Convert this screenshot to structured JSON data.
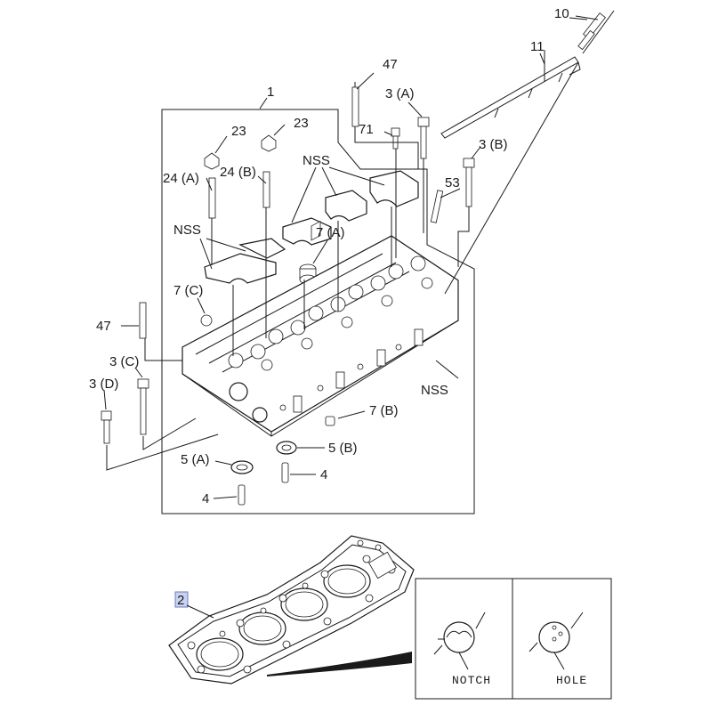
{
  "labels": {
    "p10": "10",
    "p11": "11",
    "p47_top": "47",
    "p1": "1",
    "p3a": "3 (A)",
    "p23_left": "23",
    "p23_right": "23",
    "p71": "71",
    "p3b": "3 (B)",
    "nss_top": "NSS",
    "p24a": "24 (A)",
    "p24b": "24 (B)",
    "p53": "53",
    "nss_left": "NSS",
    "p7a": "7 (A)",
    "p7c": "7 (C)",
    "p47_left": "47",
    "p3c": "3 (C)",
    "p3d": "3 (D)",
    "nss_right": "NSS",
    "p7b": "7 (B)",
    "p5a": "5 (A)",
    "p5b": "5 (B)",
    "p4_right": "4",
    "p4_left": "4",
    "p2": "2",
    "notch": "NOTCH",
    "hole": "HOLE"
  },
  "colors": {
    "ink": "#1a1a1a",
    "highlight": "#c9d3f0"
  }
}
